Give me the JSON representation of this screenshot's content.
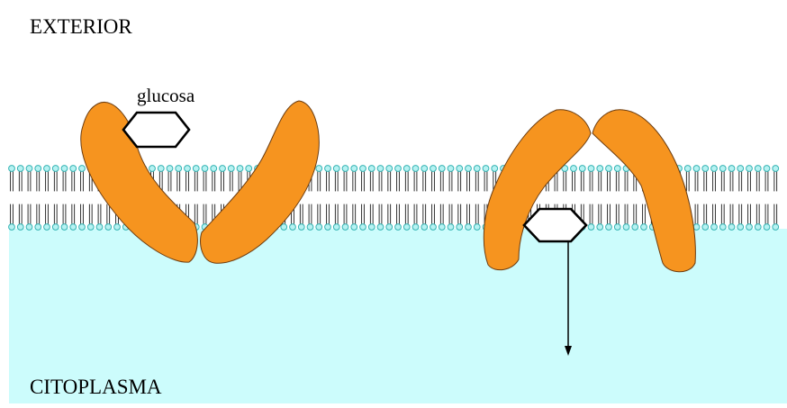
{
  "labels": {
    "exterior": "EXTERIOR",
    "citoplasma": "CITOPLASMA",
    "glucosa": "glucosa"
  },
  "colors": {
    "cytoplasm": "#ccfcfc",
    "lipid_head_fill": "#b6f2f2",
    "lipid_head_stroke": "#35b3b3",
    "lipid_tail": "#1b1b1b",
    "carrier_protein": "#f6941f",
    "carrier_outline": "#6b3d12",
    "glucose_fill": "#ffffff",
    "glucose_stroke": "#000000",
    "arrow": "#000000"
  }
}
